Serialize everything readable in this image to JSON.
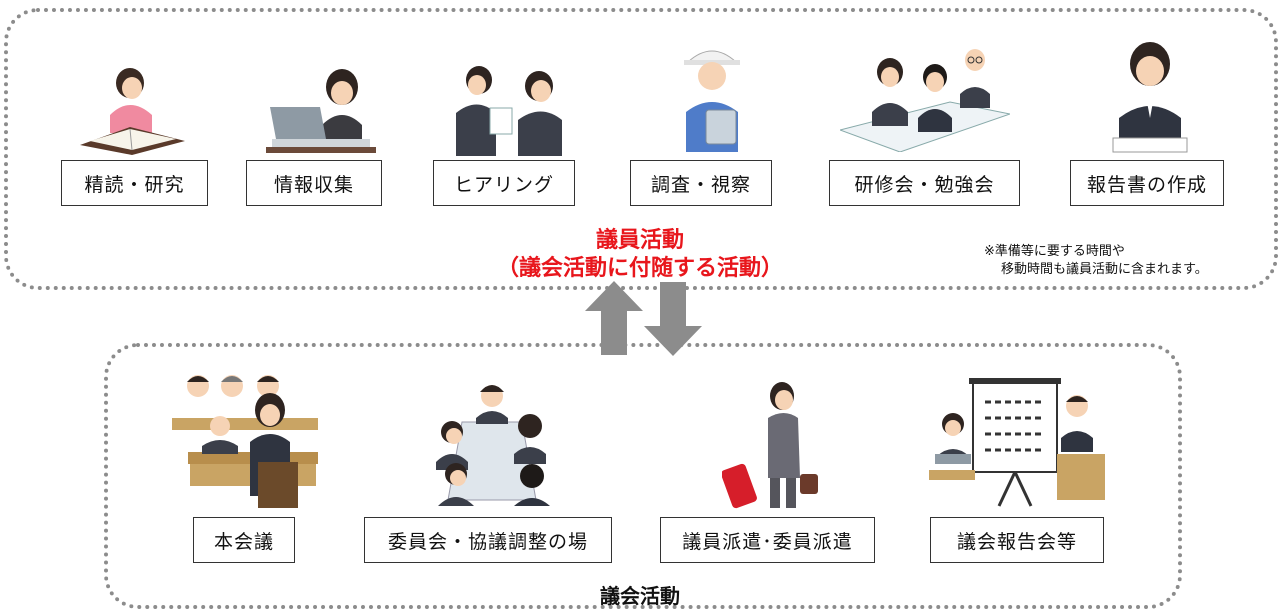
{
  "legislator_activities": {
    "title": "議員活動",
    "subtitle": "（議会活動に付随する活動）",
    "note_line1": "※準備等に要する時間や",
    "note_line2": "移動時間も議員活動に含まれます。",
    "items": [
      {
        "label": "精読・研究",
        "icon": "reading-person-icon"
      },
      {
        "label": "情報収集",
        "icon": "laptop-person-icon"
      },
      {
        "label": "ヒアリング",
        "icon": "hearing-people-icon"
      },
      {
        "label": "調査・視察",
        "icon": "inspector-helmet-icon"
      },
      {
        "label": "研修会・勉強会",
        "icon": "seminar-people-icon"
      },
      {
        "label": "報告書の作成",
        "icon": "report-writer-icon"
      }
    ]
  },
  "assembly_activities": {
    "title": "議会活動",
    "items": [
      {
        "label": "本会議",
        "icon": "plenary-session-icon"
      },
      {
        "label": "委員会・協議調整の場",
        "icon": "committee-meeting-icon"
      },
      {
        "label": "議員派遣･委員派遣",
        "icon": "traveler-suitcase-icon"
      },
      {
        "label": "議会報告会等",
        "icon": "report-meeting-icon"
      }
    ]
  },
  "colors": {
    "accent_red": "#e8161c",
    "arrow_gray": "#8c8c8c",
    "dotted_border": "#8c8c8c"
  }
}
